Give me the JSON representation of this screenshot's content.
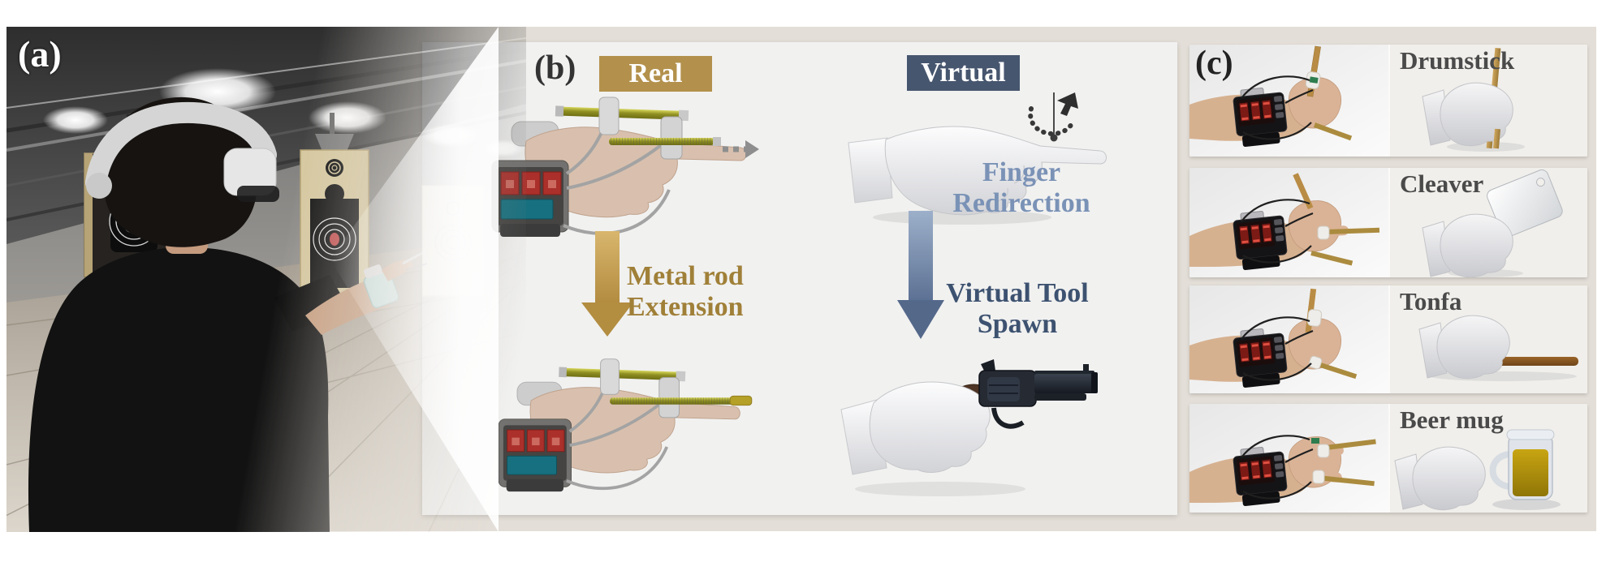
{
  "panels": {
    "a": {
      "label": "(a)"
    },
    "b": {
      "label": "(b)",
      "badges": {
        "real": "Real",
        "virtual": "Virtual"
      },
      "annotations": {
        "metal_rod": [
          "Metal rod",
          "Extension"
        ],
        "finger_redirection": [
          "Finger",
          "Redirection"
        ],
        "virtual_tool_spawn": [
          "Virtual Tool",
          "Spawn"
        ]
      }
    },
    "c": {
      "label": "(c)",
      "rows": [
        {
          "tool": "Drumstick"
        },
        {
          "tool": "Cleaver"
        },
        {
          "tool": "Tonfa"
        },
        {
          "tool": "Beer mug"
        }
      ]
    }
  },
  "colors": {
    "figure_background": "#e3ded7",
    "panel_card_bg": "#f1f1f0",
    "real_badge_bg": "#b3914c",
    "virtual_badge_bg": "#47566f",
    "metal_rod_text": "#a08038",
    "finger_redirection_text": "#7a92b6",
    "virtual_tool_spawn_text": "#3d5270",
    "tool_label_text": "#4a4a4a"
  },
  "icons": {
    "dashed_extension_arrow": "dashed gray arrow pointing right from extended rod",
    "metal_rod_down_arrow": "gold downward arrow",
    "virtual_spawn_down_arrow": "slate-blue downward arrow",
    "finger_redirection_cursor": "dotted rotation arc with cursor above fingertip"
  }
}
